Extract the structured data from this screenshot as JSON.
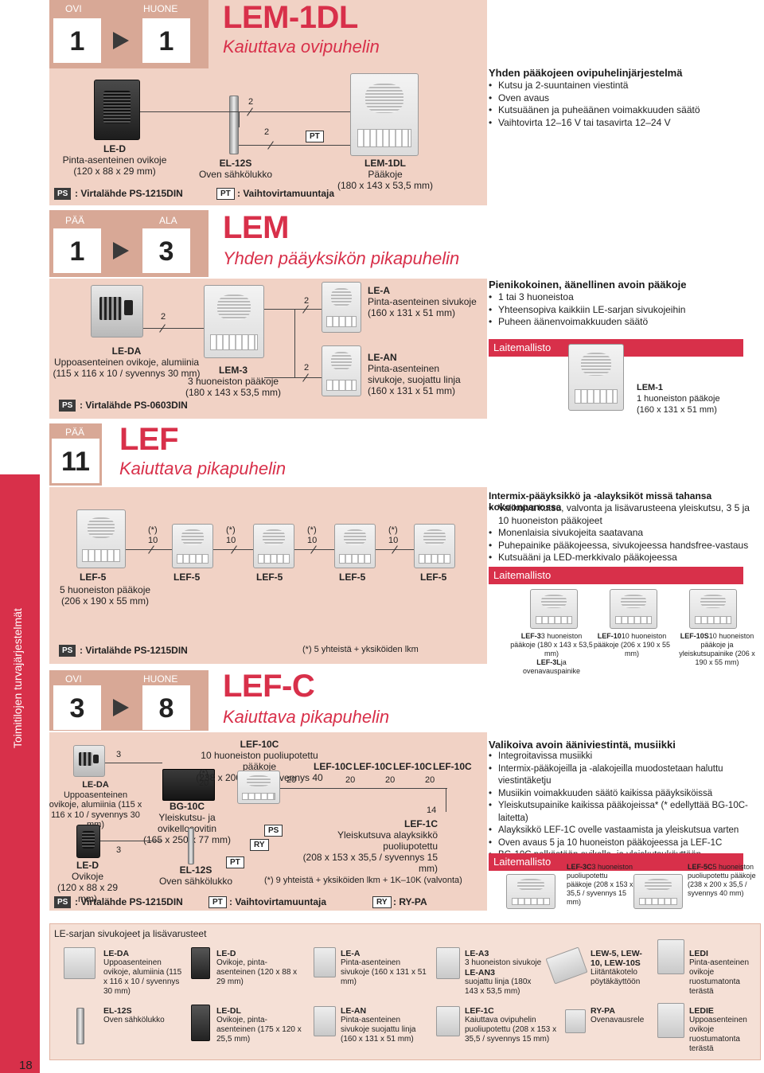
{
  "page_number": "18",
  "sidebar_label": "Toimitilojen turvajärjestelmät",
  "section1": {
    "tab_left": "OVI",
    "tab_right": "HUONE",
    "num_left": "1",
    "num_right": "1",
    "title": "LEM-1DL",
    "subtitle": "Kaiuttava ovipuhelin",
    "le_d": {
      "name": "LE-D",
      "desc": "Pinta-asenteinen ovikoje",
      "dims": "(120 x 88 x 29 mm)"
    },
    "el12s": {
      "name": "EL-12S",
      "desc": "Oven sähkölukko"
    },
    "lem1dl": {
      "name": "LEM-1DL",
      "desc": "Pääkoje",
      "dims": "(180 x 143 x 53,5 mm)"
    },
    "wire1": "2",
    "wire2": "2",
    "pt_badge": "PT",
    "ps_badge": "PS",
    "ps_text": ": Virtalähde PS-1215DIN",
    "pt_text": ": Vaihtovirtamuuntaja",
    "info_title": "Yhden pääkojeen ovipuhelinjärjestelmä",
    "info": [
      "Kutsu ja 2-suuntainen viestintä",
      "Oven avaus",
      "Kutsuäänen ja puheäänen voimakkuuden säätö",
      "Vaihtovirta 12–16 V tai tasavirta 12–24 V"
    ]
  },
  "section2": {
    "tab_left": "PÄÄ",
    "tab_right": "ALA",
    "num_left": "1",
    "num_right": "3",
    "title": "LEM",
    "subtitle": "Yhden pääyksikön pikapuhelin",
    "le_da": {
      "name": "LE-DA",
      "desc": "Uppoasenteinen ovikoje, alumiinia (115 x 116 x 10 / syvennys 30 mm)"
    },
    "lem3": {
      "name": "LEM-3",
      "desc": "3 huoneiston pääkoje",
      "dims": "(180 x 143 x 53,5 mm)"
    },
    "lea": {
      "name": "LE-A",
      "desc": "Pinta-asenteinen sivukoje",
      "dims": "(160 x 131 x 51 mm)"
    },
    "lean": {
      "name": "LE-AN",
      "desc": "Pinta-asenteinen sivukoje, suojattu linja",
      "dims": "(160 x 131 x 51 mm)"
    },
    "wire": "2",
    "ps_badge": "PS",
    "ps_text": ": Virtalähde PS-0603DIN",
    "info_title": "Pienikokoinen, äänellinen avoin pääkoje",
    "info": [
      "1 tai 3 huoneistoa",
      "Yhteensopiva kaikkiin LE-sarjan sivukojeihin",
      "Puheen äänenvoimakkuuden säätö"
    ],
    "lait": "Laitemallisto",
    "lem1": {
      "name": "LEM-1",
      "desc": "1 huoneiston pääkoje",
      "dims": "(160 x 131 x 51 mm)"
    }
  },
  "section3": {
    "tab_left": "PÄÄ",
    "num_left": "11",
    "title": "LEF",
    "subtitle": "Kaiuttava pikapuhelin",
    "units": [
      "LEF-5",
      "LEF-5",
      "LEF-5",
      "LEF-5",
      "LEF-5"
    ],
    "first_desc": "5 huoneiston pääkoje",
    "first_dims": "(206 x 190 x 55 mm)",
    "wire": "10",
    "star": "(*)",
    "ps_badge": "PS",
    "ps_text": ": Virtalähde PS-1215DIN",
    "note": "(*) 5 yhteistä + yksiköiden lkm",
    "info_title": "Intermix-pääyksikkö ja -alayksiköt missä tahansa kokoonpanossa",
    "info": [
      "Valikoiva kutsu, valvonta ja lisävarusteena yleiskutsu, 3 5 ja 10 huoneiston pääkojeet",
      "Monenlaisia sivukojeita saatavana",
      "Puhepainike pääkojeessa, sivukojeessa handsfree-vastaus",
      "Kutsuääni ja LED-merkkivalo pääkojeessa"
    ],
    "lait": "Laitemallisto",
    "models": [
      {
        "name": "LEF-3",
        "desc": "3 huoneiston pääkoje (180 x 143 x 53,5 mm)",
        "extra": "LEF-3L",
        "extra_desc": "ja ovenavauspainike"
      },
      {
        "name": "LEF-10",
        "desc": "10 huoneiston pääkoje (206 x 190 x 55 mm)"
      },
      {
        "name": "LEF-10S",
        "desc": "10 huoneiston pääkoje ja yleiskutsupainike (206 x 190 x 55 mm)"
      }
    ]
  },
  "section4": {
    "tab_left": "OVI",
    "tab_right": "HUONE",
    "num_left": "3",
    "num_right": "8",
    "title": "LEF-C",
    "subtitle": "Kaiuttava pikapuhelin",
    "le_da": {
      "name": "LE-DA",
      "desc": "Uppoasenteinen ovikoje, alumiinia (115 x 116 x 10 / syvennys 30 mm)"
    },
    "le_d": {
      "name": "LE-D",
      "desc": "Ovikoje",
      "dims": "(120 x 88 x 29 mm)"
    },
    "bg10c": {
      "name": "BG-10C",
      "desc": "Yleiskutsu- ja ovikellosovitin",
      "dims": "(165 x 250 x 77 mm)"
    },
    "el12s": {
      "name": "EL-12S",
      "desc": "Oven sähkölukko"
    },
    "lef10c": {
      "name": "LEF-10C",
      "desc": "10 huoneiston puoliupotettu pääkoje",
      "dims": "(238 x 200 x 35 / syvennys 40 mm)"
    },
    "subs": [
      "LEF-10C",
      "LEF-10C",
      "LEF-10C",
      "LEF-10C"
    ],
    "lef1c": {
      "name": "LEF-1C",
      "desc": "Yleiskutsuva alayksikkö puoliupotettu",
      "dims": "(208 x 153 x 35,5 / syvennys 15 mm)"
    },
    "w3": "3",
    "w20": "20",
    "w14": "14",
    "star": "(*)",
    "ps_badge": "PS",
    "pt_badge": "PT",
    "ry_badge": "RY",
    "ps_text": ": Virtalähde PS-1215DIN",
    "pt_text": ": Vaihtovirtamuuntaja",
    "ry_text": ": RY-PA",
    "note": "(*) 9 yhteistä + yksiköiden lkm + 1K–10K (valvonta)",
    "info_title": "Valikoiva avoin ääniviestintä, musiikki",
    "info": [
      "Integroitavissa musiikki",
      "Intermix-pääkojeilla ja -alakojeilla muodostetaan haluttu viestintäketju",
      "Musiikin voimakkuuden säätö kaikissa pääyksiköissä",
      "Yleiskutsupainike kaikissa pääkojeissa* (* edellyttää BG-10C-laitetta)",
      "Alayksikkö LEF-1C ovelle vastaamista ja yleiskutsua varten",
      "Oven avaus 5 ja 10 huoneiston pääkojeessa ja LEF-1C",
      "BG-10C pelkästään ovikello- ja yleiskutsukäyttöön"
    ],
    "lait": "Laitemallisto",
    "lef3c": {
      "name": "LEF-3C",
      "desc": "3 huoneiston puoliupotettu pääkoje (208 x 153 x 35,5 / syvennys 15 mm)"
    },
    "lef5c": {
      "name": "LEF-5C",
      "desc": "5 huoneiston puoliupotettu pääkoje (238 x 200 x 35,5 / syvennys 40 mm)"
    }
  },
  "accessories": {
    "title": "LE-sarjan sivukojeet ja lisävarusteet",
    "items": [
      {
        "name": "LE-DA",
        "desc": "Uppoasenteinen ovikoje, alumiinia (115 x 116 x 10 / syvennys 30 mm)"
      },
      {
        "name": "LE-D",
        "desc": "Ovikoje, pinta-asenteinen (120 x 88 x 29 mm)"
      },
      {
        "name": "LE-A",
        "desc": "Pinta-asenteinen sivukoje (160 x 131 x 51 mm)"
      },
      {
        "name": "LE-A3",
        "desc": "3 huoneiston sivukoje"
      },
      {
        "name": "LE-AN3",
        "desc": "suojattu linja (180x 143 x 53,5 mm)"
      },
      {
        "name": "LEW-5, LEW-10, LEW-10S",
        "desc": "Liitäntäkotelo pöytäkäyttöön"
      },
      {
        "name": "LEDI",
        "desc": "Pinta-asenteinen ovikoje ruostumatonta terästä"
      },
      {
        "name": "EL-12S",
        "desc": "Oven sähkölukko"
      },
      {
        "name": "LE-DL",
        "desc": "Ovikoje, pinta-asenteinen (175 x 120 x 25,5 mm)"
      },
      {
        "name": "LE-AN",
        "desc": "Pinta-asenteinen sivukoje suojattu linja (160 x 131 x 51 mm)"
      },
      {
        "name": "LEF-1C",
        "desc": "Kaiuttava ovipuhelin puoliupotettu (208 x 153 x 35,5 / syvennys 15 mm)"
      },
      {
        "name": "RY-PA",
        "desc": "Ovenavausrele"
      },
      {
        "name": "LEDIE",
        "desc": "Uppoasenteinen ovikoje ruostumatonta terästä"
      }
    ]
  }
}
